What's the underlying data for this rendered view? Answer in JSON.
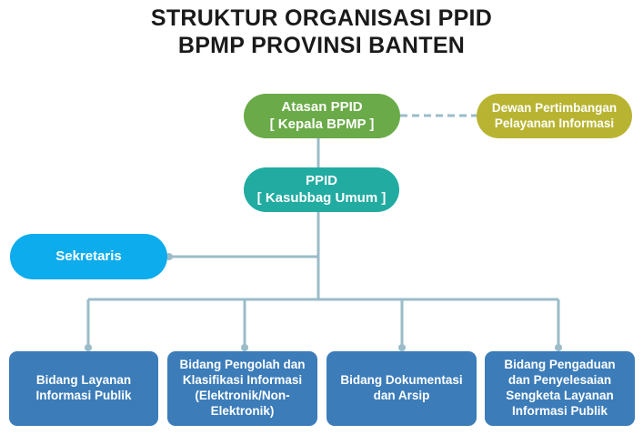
{
  "title": {
    "line1": "STRUKTUR ORGANISASI PPID",
    "line2": "BPMP PROVINSI BANTEN"
  },
  "colors": {
    "atasan": "#6aaa48",
    "dewan": "#b8b432",
    "ppid": "#21aba1",
    "sekretaris": "#0caced",
    "bidang": "#3b7cb9",
    "connector": "#9bbcc8"
  },
  "nodes": {
    "atasan": {
      "line1": "Atasan PPID",
      "line2": "[ Kepala BPMP ]"
    },
    "dewan": {
      "line1": "Dewan Pertimbangan",
      "line2": "Pelayanan Informasi"
    },
    "ppid": {
      "line1": "PPID",
      "line2": "[ Kasubbag Umum ]"
    },
    "sekretaris": {
      "label": "Sekretaris"
    },
    "bidang": [
      {
        "lines": [
          "Bidang Layanan",
          "Informasi Publik"
        ]
      },
      {
        "lines": [
          "Bidang Pengolah dan",
          "Klasifikasi Informasi",
          "(Elektronik/Non-",
          "Elektronik)"
        ]
      },
      {
        "lines": [
          "Bidang Dokumentasi",
          "dan Arsip"
        ]
      },
      {
        "lines": [
          "Bidang Pengaduan",
          "dan Penyelesaian",
          "Sengketa Layanan",
          "Informasi Publik"
        ]
      }
    ]
  },
  "relations": [
    {
      "from": "atasan",
      "to": "dewan",
      "style": "dashed"
    },
    {
      "from": "atasan",
      "to": "ppid",
      "style": "solid"
    },
    {
      "from": "ppid",
      "to": "sekretaris",
      "style": "solid"
    },
    {
      "from": "ppid",
      "to": "bidang-1",
      "style": "solid"
    },
    {
      "from": "ppid",
      "to": "bidang-2",
      "style": "solid"
    },
    {
      "from": "ppid",
      "to": "bidang-3",
      "style": "solid"
    },
    {
      "from": "ppid",
      "to": "bidang-4",
      "style": "solid"
    }
  ]
}
